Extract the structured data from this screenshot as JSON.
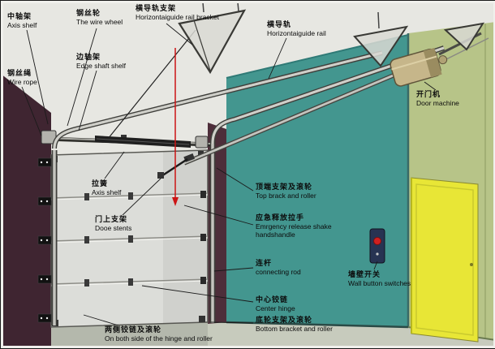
{
  "palette": {
    "bg_light": "#e7e7e2",
    "left_wall": "#3f2531",
    "jamb": "#4d2e3a",
    "back_wall": "#43968f",
    "right_wall": "#b7c488",
    "yellow_door": "#e8e636",
    "door_face": "#dcddd9",
    "floor": "#c7cbbd",
    "floor_left": "#b4b8ac",
    "machine": "#c6b68a",
    "spring": "#1f1f1f",
    "red_cord": "#cc1414",
    "switch_body": "#273352",
    "switch_button": "#d02020",
    "bracket_fill": "#d9d9d3"
  },
  "labels": {
    "axis_shelf_top": {
      "zh": "中轴架",
      "en": "Axis shelf"
    },
    "wire_wheel": {
      "zh": "钢丝轮",
      "en": "The wire wheel"
    },
    "h_rail_bracket": {
      "zh": "横导轨支架",
      "en": "Horizontaiguide rail bracket"
    },
    "h_rail": {
      "zh": "横导轨",
      "en": "Horizontaiguide rail"
    },
    "wire_rope": {
      "zh": "钢丝绳",
      "en": "Wire rope"
    },
    "edge_shaft_shelf": {
      "zh": "边轴架",
      "en": "Edge shaft shelf"
    },
    "door_machine": {
      "zh": "开门机",
      "en": "Door machine"
    },
    "tension_spring": {
      "zh": "拉簧",
      "en": "Axis shelf"
    },
    "top_bracket_roller": {
      "zh": "顶端支架及滚轮",
      "en": "Top brack and roller"
    },
    "door_stents": {
      "zh": "门上支架",
      "en": "Dooe stents"
    },
    "emergency_release": {
      "zh": "应急释放拉手",
      "en": "Emrgency release shake handshandle"
    },
    "connecting_rod": {
      "zh": "连杆",
      "en": "connecting rod"
    },
    "wall_switch": {
      "zh": "墙壁开关",
      "en": "Wall button switches"
    },
    "center_hinge": {
      "zh": "中心铰链",
      "en": "Center hinge"
    },
    "bottom_bracket_roller": {
      "zh": "底轮支架及滚轮",
      "en": "Bottom bracket and roller"
    },
    "side_hinge_roller": {
      "zh": "两侧铰链及滚轮",
      "en": "On both side of the hinge and roller"
    }
  }
}
